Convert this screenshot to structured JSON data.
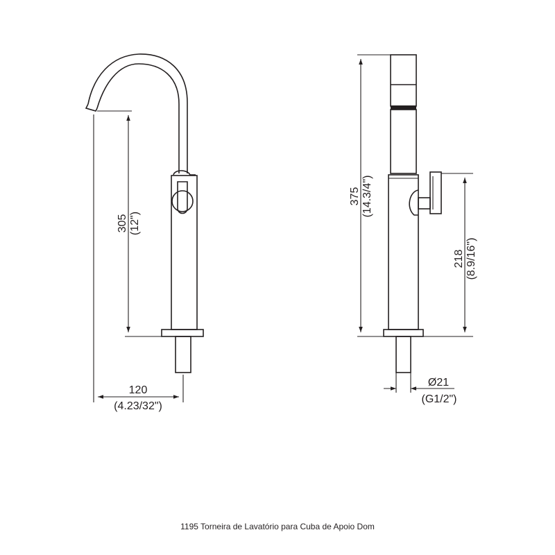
{
  "caption": "1195 Torneira de Lavatório para Cuba de Apoio Dom",
  "dimensions": {
    "spout_height": {
      "value": "305",
      "inch": "(12\")"
    },
    "spout_reach": {
      "value": "120",
      "inch": "(4.23/32\")"
    },
    "total_height": {
      "value": "375",
      "inch": "(14.3/4\")"
    },
    "handle_height": {
      "value": "218",
      "inch": "(8.9/16\")"
    },
    "connection": {
      "value": "Ø21",
      "inch": "(G1/2\")"
    }
  },
  "colors": {
    "line": "#231f20",
    "background": "#ffffff"
  }
}
